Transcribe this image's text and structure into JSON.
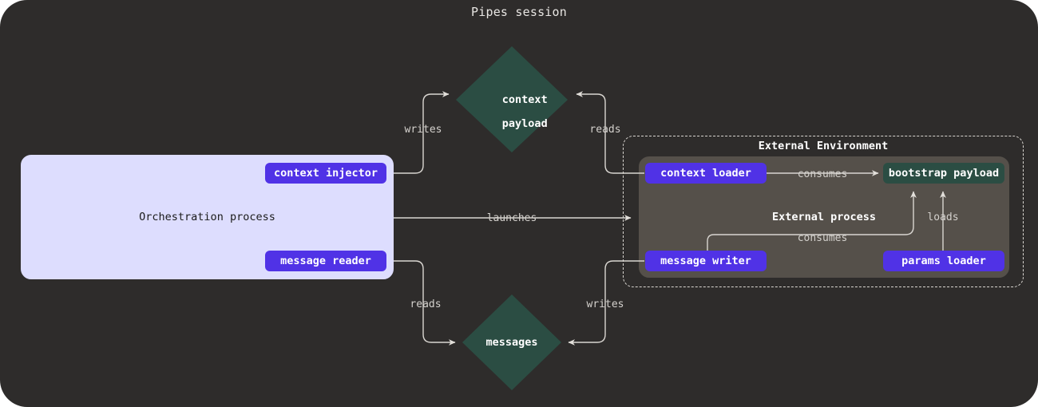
{
  "title": "Pipes session",
  "colors": {
    "canvas_bg": "#2e2c2b",
    "orchestration_bg": "#ddddfe",
    "external_process_bg": "#55504a",
    "pill_purple": "#5032e6",
    "teal": "#2b4d43",
    "edge_stroke": "#d9d6d1",
    "label_text": "#d4d1cd"
  },
  "clusters": {
    "orchestration": {
      "label": "Orchestration process"
    },
    "external_environment": {
      "label": "External Environment"
    },
    "external_process": {
      "label": "External process"
    }
  },
  "nodes": {
    "context_injector": {
      "label": "context injector"
    },
    "message_reader": {
      "label": "message reader"
    },
    "context_loader": {
      "label": "context loader"
    },
    "message_writer": {
      "label": "message writer"
    },
    "params_loader": {
      "label": "params loader"
    },
    "bootstrap_payload": {
      "label": "bootstrap payload"
    },
    "context_payload": {
      "label": "context\npayload",
      "line1": "context",
      "line2": "payload"
    },
    "messages": {
      "label": "messages"
    }
  },
  "edges": [
    {
      "id": "writes-context",
      "label": "writes",
      "from": "context_injector",
      "to": "context_payload"
    },
    {
      "id": "reads-context",
      "label": "reads",
      "from": "context_loader",
      "to": "context_payload"
    },
    {
      "id": "launches",
      "label": "launches",
      "from": "orchestration",
      "to": "external_process"
    },
    {
      "id": "reads-messages",
      "label": "reads",
      "from": "message_reader",
      "to": "messages"
    },
    {
      "id": "writes-messages",
      "label": "writes",
      "from": "message_writer",
      "to": "messages"
    },
    {
      "id": "consumes-top",
      "label": "consumes",
      "from": "context_loader",
      "to": "bootstrap_payload"
    },
    {
      "id": "consumes-bottom",
      "label": "consumes",
      "from": "message_writer",
      "to": "bootstrap_payload"
    },
    {
      "id": "loads",
      "label": "loads",
      "from": "params_loader",
      "to": "bootstrap_payload"
    }
  ]
}
